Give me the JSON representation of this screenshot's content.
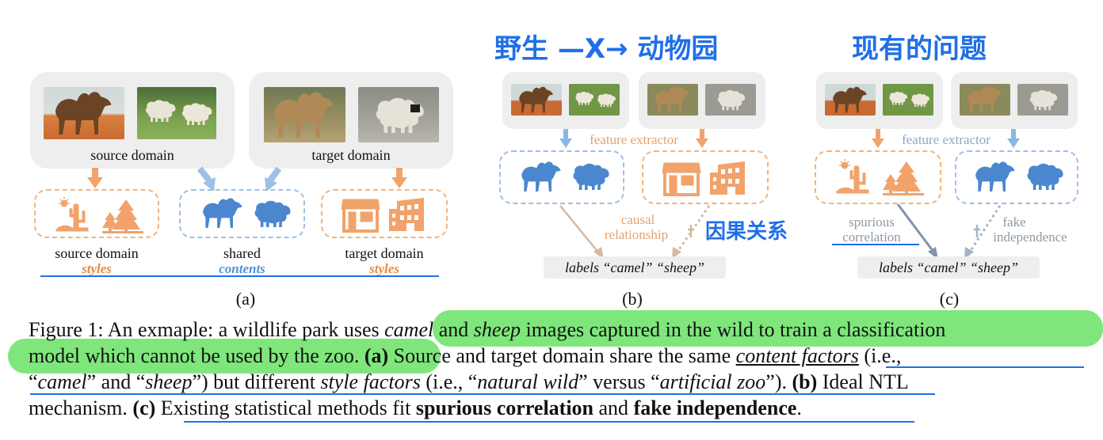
{
  "panel_a": {
    "source_domain": "source domain",
    "target_domain": "target domain",
    "legend_source_domain": "source domain",
    "legend_source_styles": "styles",
    "legend_shared": "shared",
    "legend_contents": "contents",
    "legend_target_domain": "target domain",
    "legend_target_styles": "styles",
    "tag": "(a)"
  },
  "panel_b": {
    "handwritten_title": "野生 —X→ 动物园",
    "feature_extractor": "feature extractor",
    "causal_1": "causal",
    "causal_2": "relationship",
    "handwritten_note": "因果关系",
    "labels": "labels “camel” “sheep”",
    "tag": "(b)"
  },
  "panel_c": {
    "handwritten_title": "现有的问题",
    "feature_extractor": "feature extractor",
    "spurious_1": "spurious",
    "spurious_2": "correlation",
    "fake_1": "fake",
    "fake_2": "independence",
    "labels": "labels “camel” “sheep”",
    "tag": "(c)"
  },
  "caption": {
    "fig": "Figure 1:",
    "l1_a": "An exmaple: a wildlife park uses ",
    "l1_camel": "camel",
    "l1_and": " and ",
    "l1_sheep": "sheep",
    "l1_b": " images captured in the wild to train a classification",
    "l2_a": "model which cannot be used by the zoo. ",
    "l2_tag": "(a)",
    "l2_b": " Source and target domain share the same ",
    "l2_content": "content factors",
    "l2_c": " (i.e.,",
    "l3_q1": "“",
    "l3_camel": "camel",
    "l3_a": "” and “",
    "l3_sheep": "sheep",
    "l3_b": "”) but different ",
    "l3_style": "style factors",
    "l3_c": " (i.e., “",
    "l3_wild": "natural wild",
    "l3_d": "” versus “",
    "l3_zoo": "artificial zoo",
    "l3_e": "”). ",
    "l3_btag": "(b)",
    "l3_f": " Ideal NTL",
    "l4_a": "mechanism. ",
    "l4_ctag": "(c)",
    "l4_b": " Existing statistical methods fit ",
    "l4_spur": "spurious correlation",
    "l4_c": " and ",
    "l4_fake": "fake independence",
    "l4_d": "."
  },
  "colors": {
    "orange": "#f1a36b",
    "blue": "#5b9be0",
    "highlight": "#7fe67c",
    "underline": "#1f6fe8"
  }
}
